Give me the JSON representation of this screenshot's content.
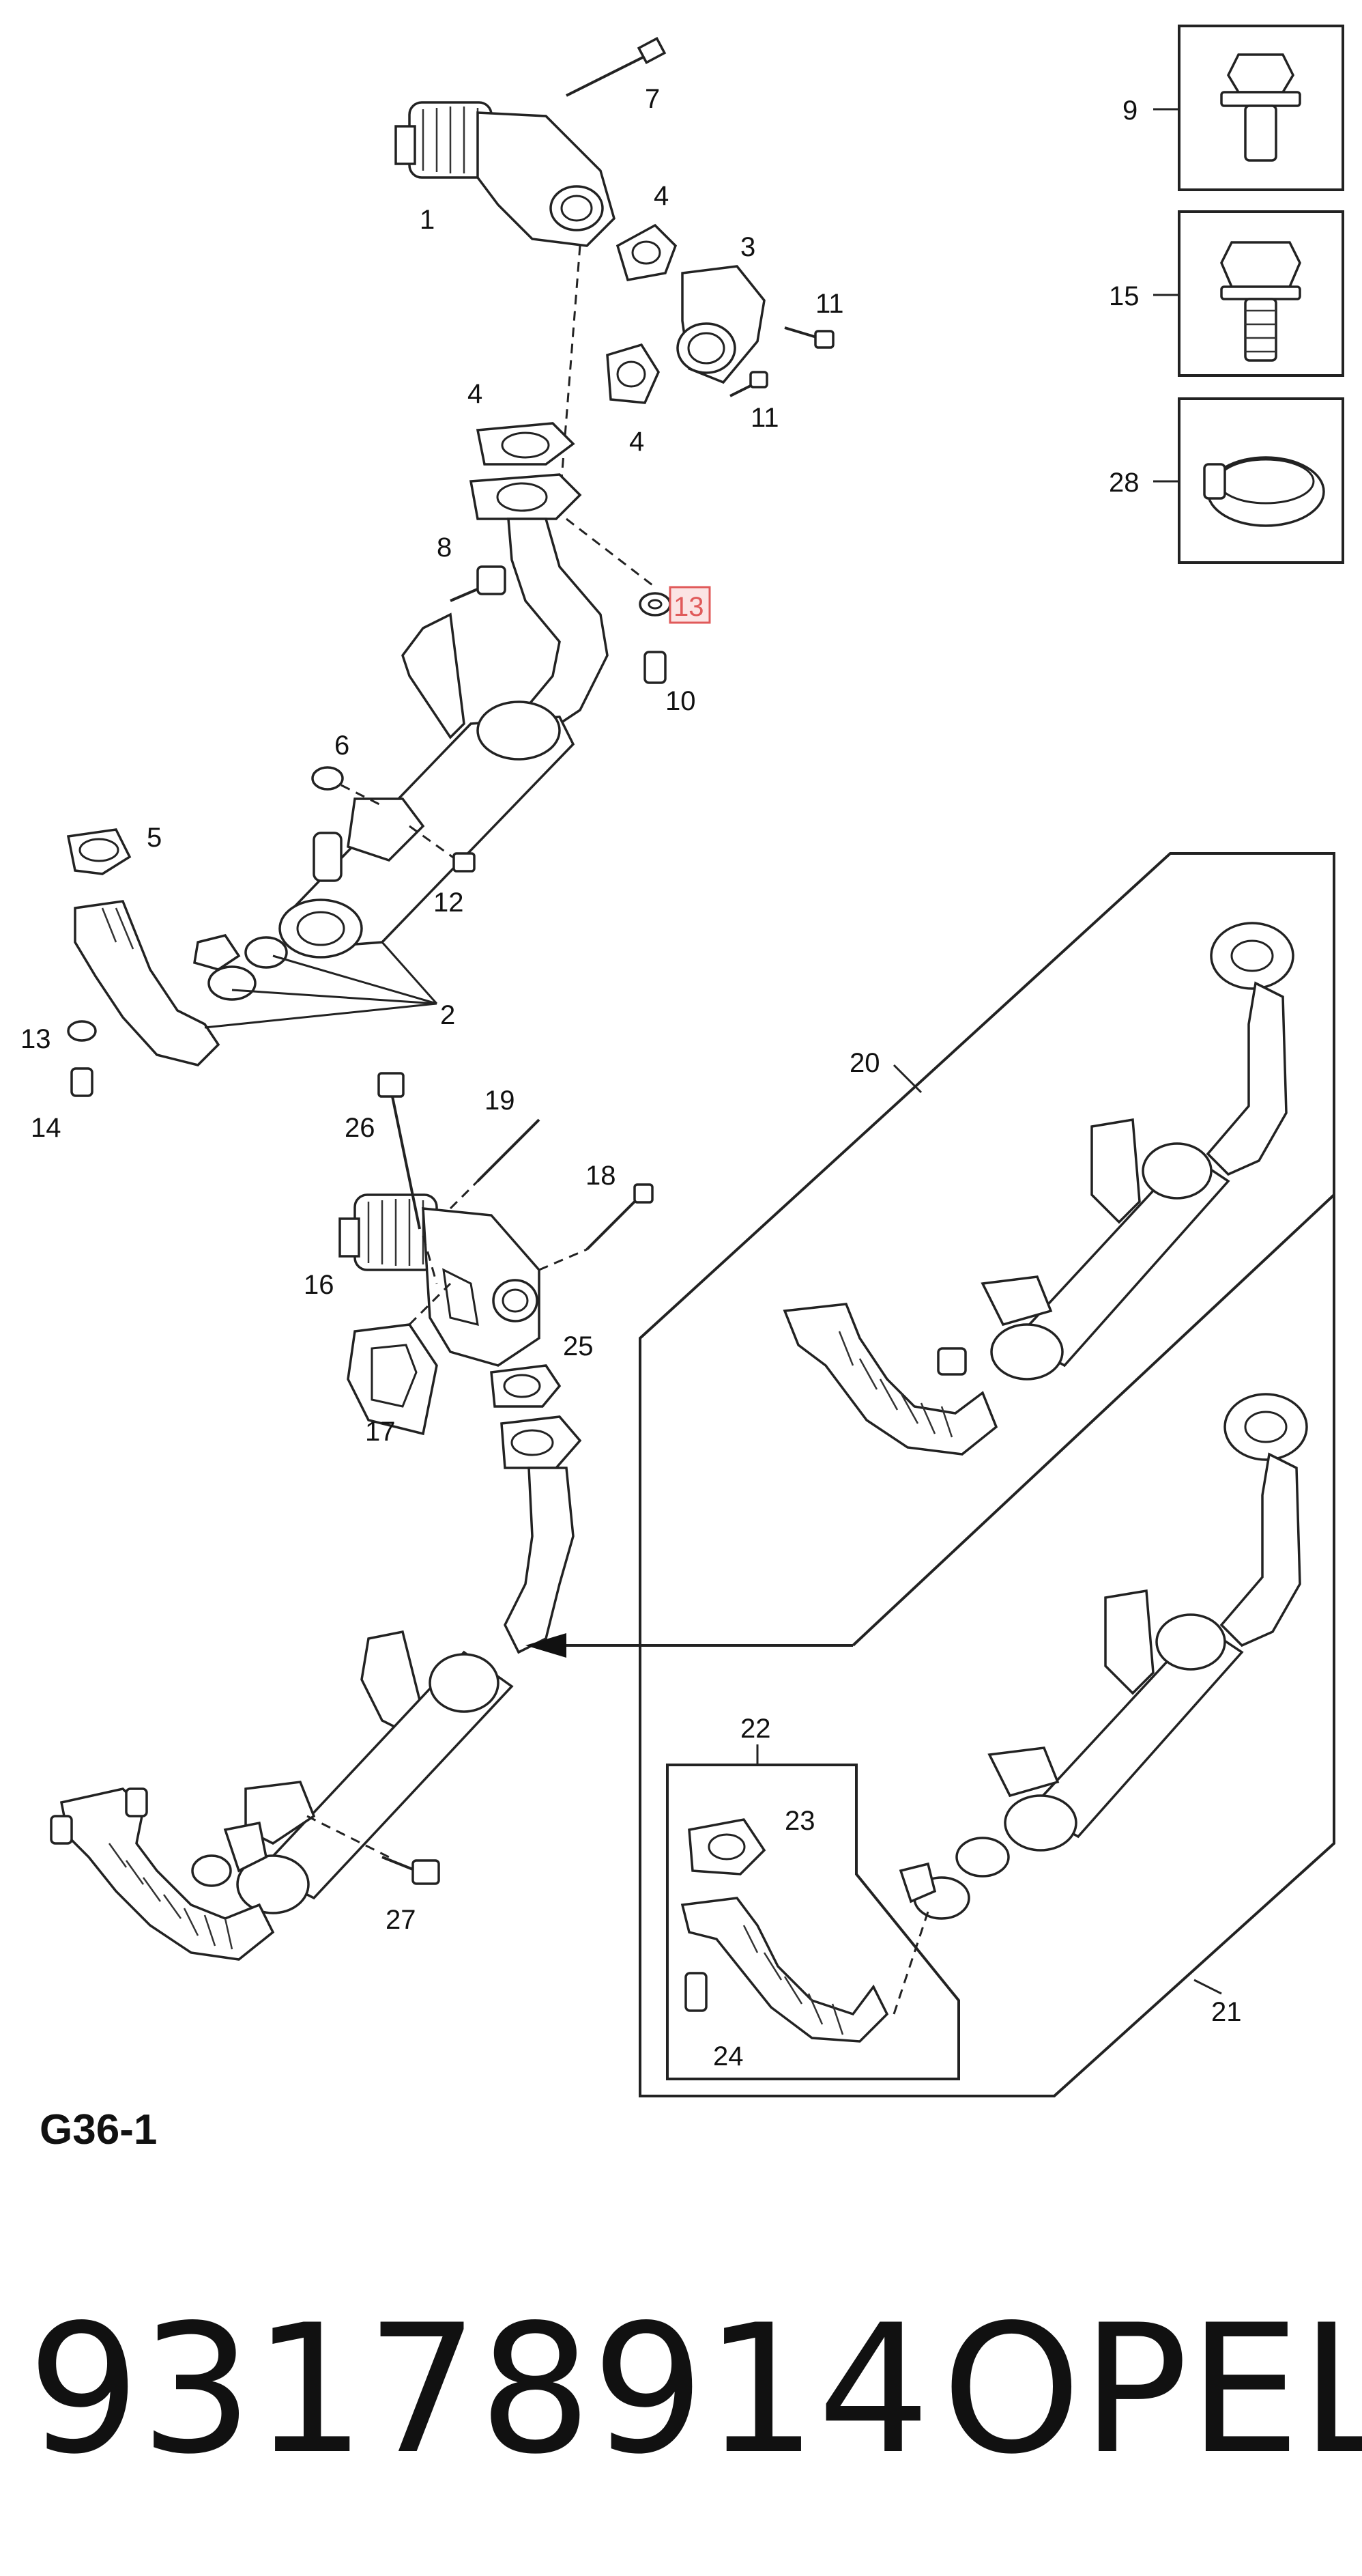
{
  "diagram": {
    "group_label": "G36-1",
    "highlighted_part": "13",
    "highlight_color": "#e05a5a",
    "parts": {
      "p1": "1",
      "p2": "2",
      "p3": "3",
      "p4a": "4",
      "p4b": "4",
      "p4c": "4",
      "p5": "5",
      "p6": "6",
      "p7": "7",
      "p8": "8",
      "p9": "9",
      "p10": "10",
      "p11a": "11",
      "p11b": "11",
      "p12": "12",
      "p13a": "13",
      "p13b": "13",
      "p14": "14",
      "p15": "15",
      "p16": "16",
      "p17": "17",
      "p18": "18",
      "p19": "19",
      "p20": "20",
      "p21": "21",
      "p22": "22",
      "p23": "23",
      "p24": "24",
      "p25": "25",
      "p26": "26",
      "p27": "27",
      "p28": "28"
    }
  },
  "footer": {
    "part_number": "93178914",
    "brand": "OPEL"
  }
}
